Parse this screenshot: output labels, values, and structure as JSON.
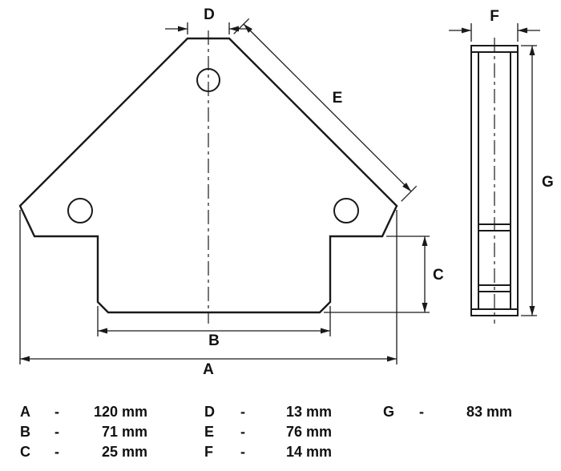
{
  "figure": {
    "dim_labels": {
      "A": "A",
      "B": "B",
      "C": "C",
      "D": "D",
      "E": "E",
      "F": "F",
      "G": "G"
    }
  },
  "legend": {
    "dash": "-",
    "columns": [
      {
        "rows": [
          {
            "letter": "A",
            "value": "120 mm"
          },
          {
            "letter": "B",
            "value": "71 mm"
          },
          {
            "letter": "C",
            "value": "25 mm"
          }
        ]
      },
      {
        "rows": [
          {
            "letter": "D",
            "value": "13 mm"
          },
          {
            "letter": "E",
            "value": "76 mm"
          },
          {
            "letter": "F",
            "value": "14 mm"
          }
        ]
      },
      {
        "rows": [
          {
            "letter": "G",
            "value": "83 mm"
          }
        ]
      }
    ]
  }
}
